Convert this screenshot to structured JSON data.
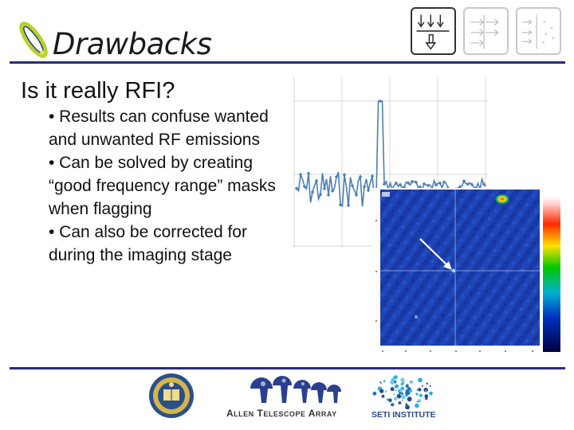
{
  "slide": {
    "title": "Drawbacks",
    "subtitle": "Is it really RFI?",
    "bullets": [
      "• Results can confuse wanted and unwanted RF emissions",
      "• Can be solved by creating “good frequency range” masks when flagging",
      "• Can also be corrected for during the imaging stage"
    ]
  },
  "colors": {
    "rule": "#2b2b7a",
    "series": "#4a7fb5",
    "arrow": "#ffffff",
    "image_background": "#1a3aa8"
  },
  "icons": {
    "title_icon": "comet-orbit-icon",
    "thumbnails": [
      "downward-arrows-thumbnail-icon",
      "right-arrows-thumbnail-icon",
      "stars-thumbnail-icon"
    ]
  },
  "footer": {
    "ata_label": "Allen Telescope Array",
    "seti_label": "SETI INSTITUTE"
  }
}
